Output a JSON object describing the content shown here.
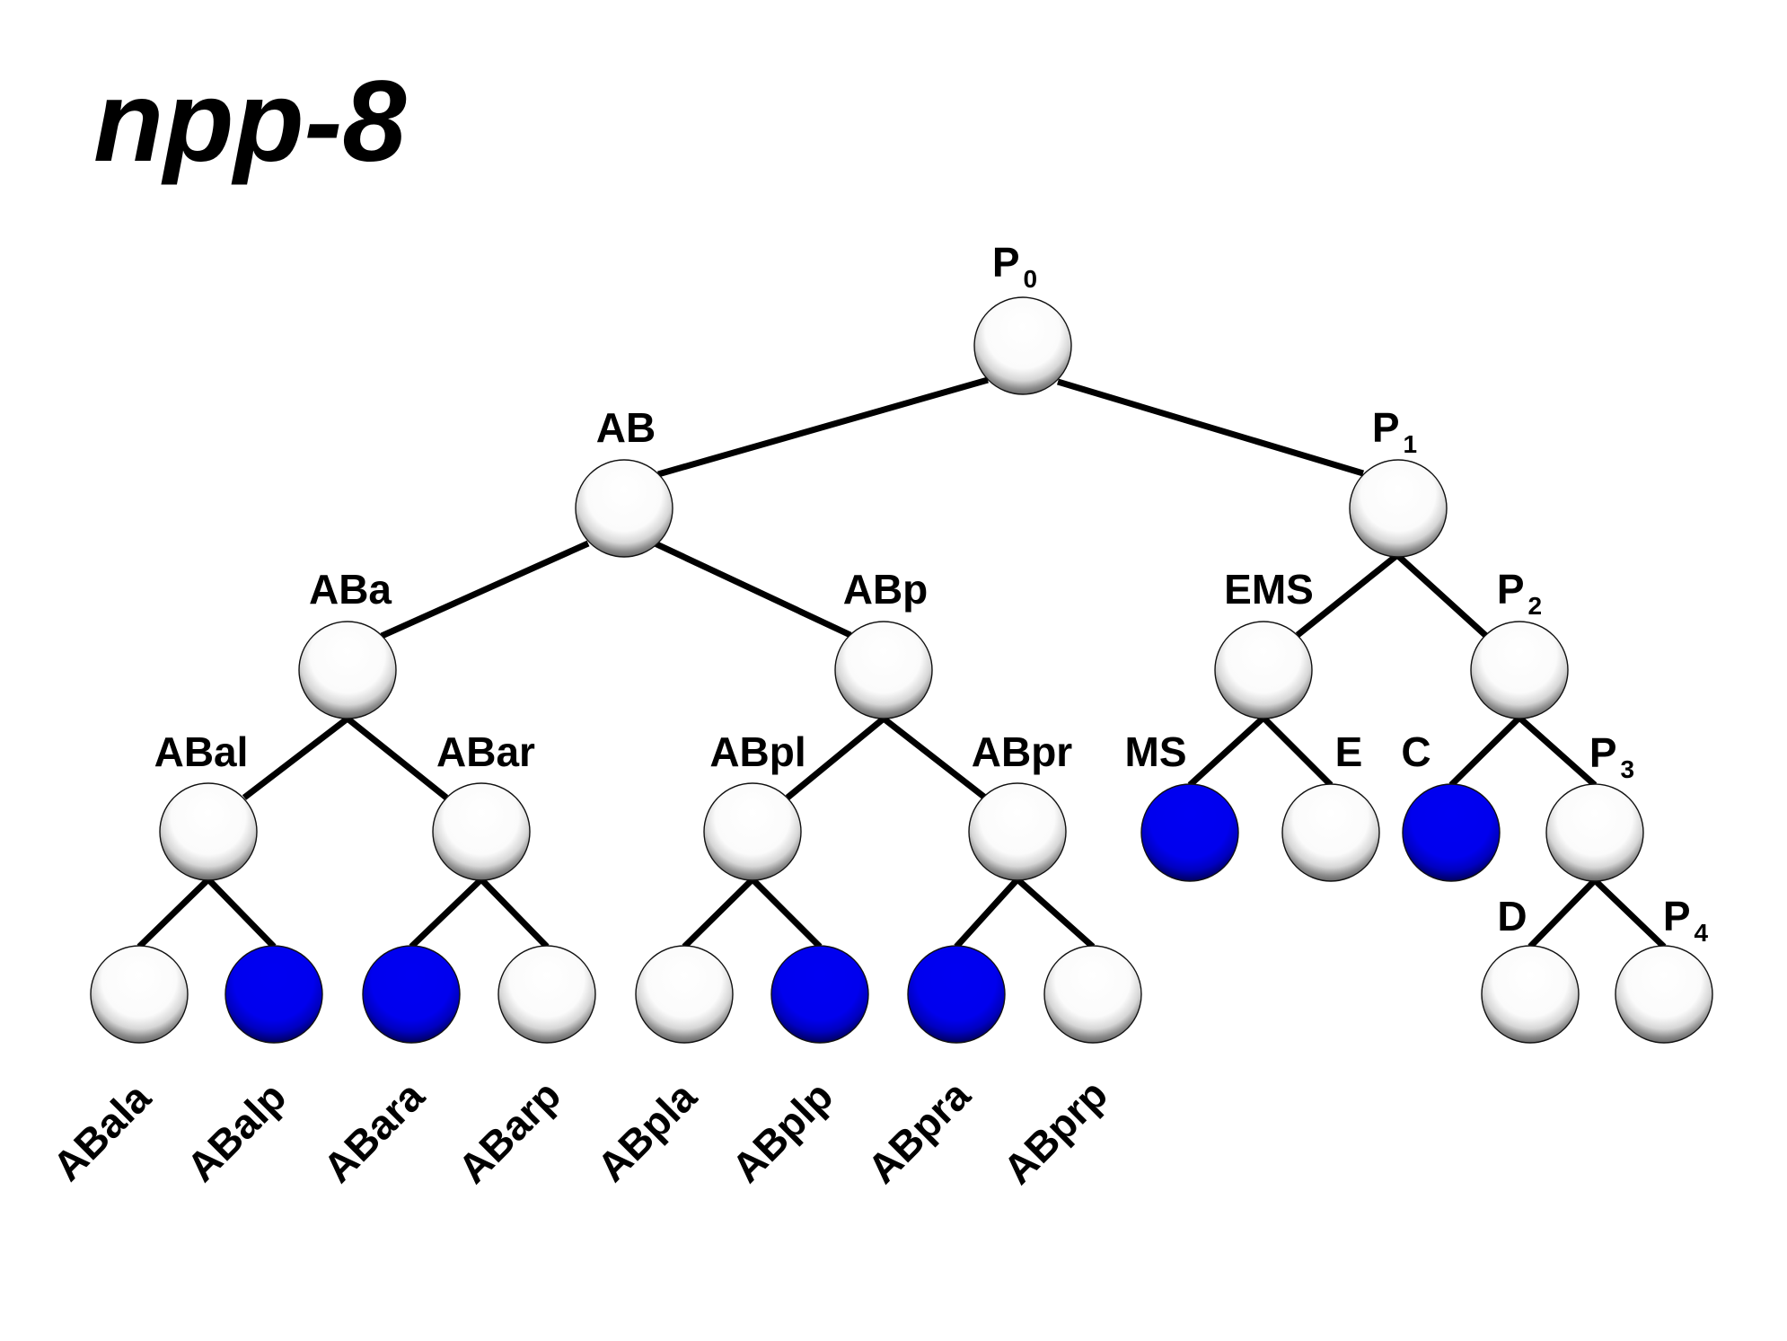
{
  "title": "npp-8",
  "legend_colors": {
    "marked": "#0000ee",
    "unmarked": "#ffffff"
  },
  "lineage": {
    "P0": {
      "label": "P",
      "sub": "0",
      "parent": null,
      "marked": false
    },
    "AB": {
      "label": "AB",
      "sub": "",
      "parent": "P0",
      "marked": false
    },
    "P1": {
      "label": "P",
      "sub": "1",
      "parent": "P0",
      "marked": false
    },
    "ABa": {
      "label": "ABa",
      "sub": "",
      "parent": "AB",
      "marked": false
    },
    "ABp": {
      "label": "ABp",
      "sub": "",
      "parent": "AB",
      "marked": false
    },
    "EMS": {
      "label": "EMS",
      "sub": "",
      "parent": "P1",
      "marked": false
    },
    "P2": {
      "label": "P",
      "sub": "2",
      "parent": "P1",
      "marked": false
    },
    "ABal": {
      "label": "ABal",
      "sub": "",
      "parent": "ABa",
      "marked": false
    },
    "ABar": {
      "label": "ABar",
      "sub": "",
      "parent": "ABa",
      "marked": false
    },
    "ABpl": {
      "label": "ABpl",
      "sub": "",
      "parent": "ABp",
      "marked": false
    },
    "ABpr": {
      "label": "ABpr",
      "sub": "",
      "parent": "ABp",
      "marked": false
    },
    "MS": {
      "label": "MS",
      "sub": "",
      "parent": "EMS",
      "marked": true
    },
    "E": {
      "label": "E",
      "sub": "",
      "parent": "EMS",
      "marked": false
    },
    "C": {
      "label": "C",
      "sub": "",
      "parent": "P2",
      "marked": true
    },
    "P3": {
      "label": "P",
      "sub": "3",
      "parent": "P2",
      "marked": false
    },
    "ABala": {
      "label": "ABala",
      "sub": "",
      "parent": "ABal",
      "marked": false
    },
    "ABalp": {
      "label": "ABalp",
      "sub": "",
      "parent": "ABal",
      "marked": true
    },
    "ABara": {
      "label": "ABara",
      "sub": "",
      "parent": "ABar",
      "marked": true
    },
    "ABarp": {
      "label": "ABarp",
      "sub": "",
      "parent": "ABar",
      "marked": false
    },
    "ABpla": {
      "label": "ABpla",
      "sub": "",
      "parent": "ABpl",
      "marked": false
    },
    "ABplp": {
      "label": "ABplp",
      "sub": "",
      "parent": "ABpl",
      "marked": true
    },
    "ABpra": {
      "label": "ABpra",
      "sub": "",
      "parent": "ABpr",
      "marked": true
    },
    "ABprp": {
      "label": "ABprp",
      "sub": "",
      "parent": "ABpr",
      "marked": false
    },
    "D": {
      "label": "D",
      "sub": "",
      "parent": "P3",
      "marked": false
    },
    "P4": {
      "label": "P",
      "sub": "4",
      "parent": "P3",
      "marked": false
    }
  }
}
